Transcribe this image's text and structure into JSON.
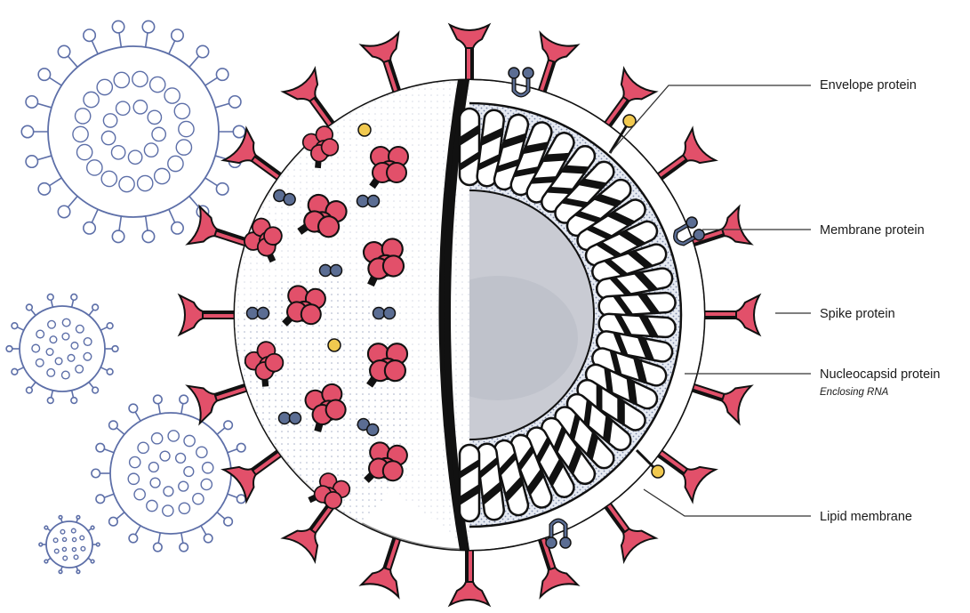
{
  "labels": {
    "envelope": "Envelope protein",
    "membrane": "Membrane protein",
    "spike": "Spike protein",
    "nucleocapsid": "Nucleocapsid protein",
    "nucleocapsid_sub": "Enclosing RNA",
    "lipid": "Lipid membrane"
  },
  "colors": {
    "spike": "#e2506a",
    "membrane_protein": "#5b6d93",
    "envelope_protein": "#f1c94f",
    "outline": "#111111",
    "outline_virus": "#5d6fa8",
    "core_gray": "#c9cbd3",
    "stipple_bg": "#dde3ee"
  },
  "icons": {
    "virus_small": "virus-outline-icon",
    "spike": "spike-protein-icon",
    "membrane": "membrane-protein-icon",
    "envelope": "envelope-protein-icon"
  }
}
